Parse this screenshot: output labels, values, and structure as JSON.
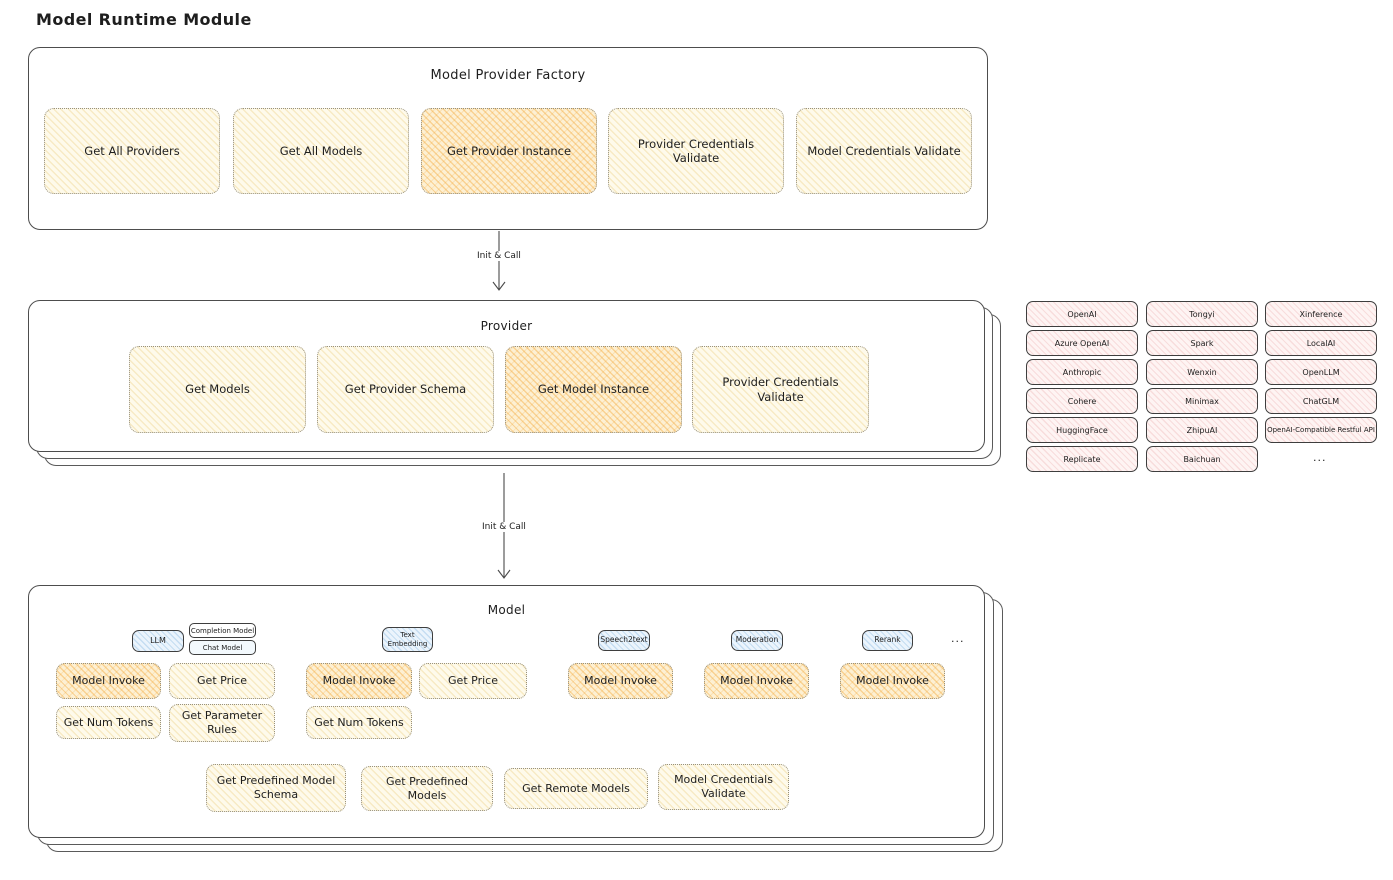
{
  "title": "Model Runtime Module",
  "factory": {
    "title": "Model Provider Factory",
    "boxes": [
      "Get All Providers",
      "Get All Models",
      "Get Provider Instance",
      "Provider Credentials Validate",
      "Model Credentials Validate"
    ]
  },
  "arrows": {
    "init_call_1": "Init & Call",
    "init_call_2": "Init & Call"
  },
  "provider": {
    "title": "Provider",
    "boxes": [
      "Get Models",
      "Get Provider Schema",
      "Get Model Instance",
      "Provider Credentials Validate"
    ]
  },
  "providers_list": {
    "items": [
      "OpenAI",
      "Tongyi",
      "Xinference",
      "Azure OpenAI",
      "Spark",
      "LocalAI",
      "Anthropic",
      "Wenxin",
      "OpenLLM",
      "Cohere",
      "Minimax",
      "ChatGLM",
      "HuggingFace",
      "ZhipuAI",
      "OpenAI-Compatible Restful API",
      "Replicate",
      "Baichuan"
    ],
    "more": "..."
  },
  "model": {
    "title": "Model",
    "tags": {
      "llm": "LLM",
      "completion_model": "Completion Model",
      "chat_model": "Chat Model",
      "text_embedding": "Text Embedding",
      "speech2text": "Speech2text",
      "moderation": "Moderation",
      "rerank": "Rerank",
      "more": "..."
    },
    "ops": {
      "model_invoke": "Model Invoke",
      "get_price": "Get Price",
      "get_num_tokens": "Get Num Tokens",
      "get_parameter_rules": "Get Parameter Rules",
      "get_predefined_model_schema": "Get Predefined Model Schema",
      "get_predefined_models": "Get Predefined Models",
      "get_remote_models": "Get Remote Models",
      "model_credentials_validate": "Model Credentials Validate"
    }
  },
  "colors": {
    "yellow_fill": "#fefaeb",
    "orange_fill": "#fdf0d3",
    "pink_fill": "#fef4f3",
    "blue_fill": "#ebf4fc",
    "box_border": "#4d4d4d",
    "text": "#1e1e1e"
  }
}
